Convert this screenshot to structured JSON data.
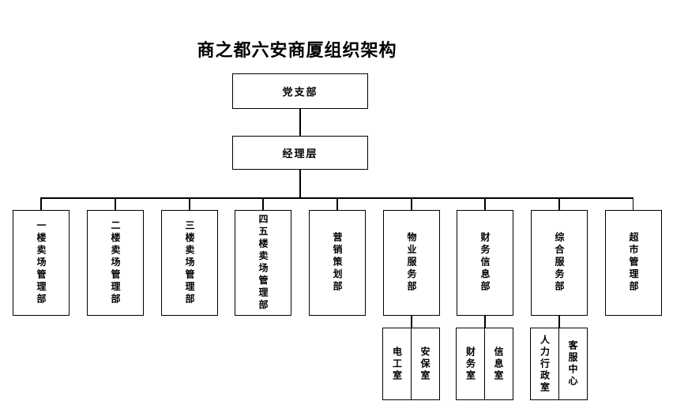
{
  "page": {
    "title": "商之都六安商厦组织架构"
  },
  "colors": {
    "background": "#ffffff",
    "line": "#000000",
    "text": "#000000"
  },
  "org": {
    "level1": {
      "label": "党支部"
    },
    "level2": {
      "label": "经理层"
    },
    "departments": [
      {
        "label": "一楼卖场管理部"
      },
      {
        "label": "二楼卖场管理部"
      },
      {
        "label": "三楼卖场管理部"
      },
      {
        "label": "四五楼卖场管理部"
      },
      {
        "label": "营销策划部"
      },
      {
        "label": "物业服务部"
      },
      {
        "label": "财务信息部"
      },
      {
        "label": "综合服务部"
      },
      {
        "label": "超市管理部"
      }
    ],
    "offices": [
      {
        "parent": "物业服务部",
        "cells": [
          {
            "label": "电工室"
          },
          {
            "label": "安保室"
          }
        ]
      },
      {
        "parent": "财务信息部",
        "cells": [
          {
            "label": "财务室"
          },
          {
            "label": "信息室"
          }
        ]
      },
      {
        "parent": "综合服务部",
        "cells": [
          {
            "label": "人力行政室"
          },
          {
            "label": "客服中心"
          }
        ]
      }
    ]
  }
}
